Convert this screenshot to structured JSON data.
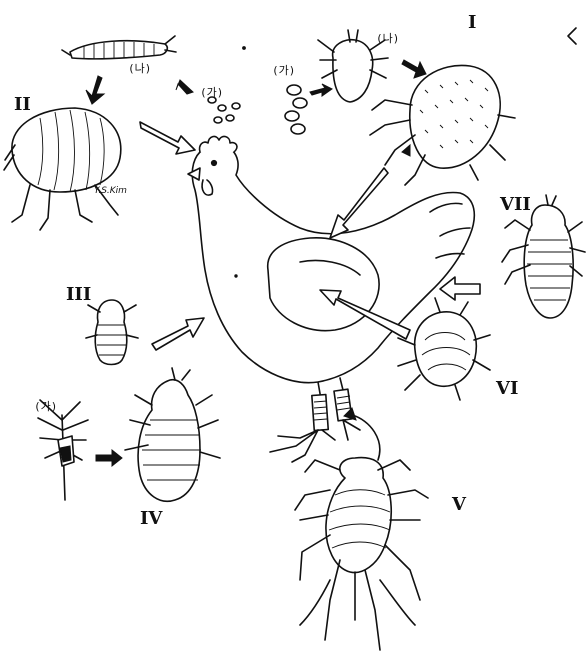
{
  "labels": {
    "stage_I": "I",
    "stage_II": "II",
    "stage_III": "III",
    "stage_IV": "IV",
    "stage_V": "V",
    "stage_VI": "VI",
    "stage_VII": "VII",
    "ga_1": "(가)",
    "na_1": "(나)",
    "ga_2": "(가)",
    "na_2": "(나)",
    "ga_3": "(가)",
    "signature": "Y.S.Kim"
  }
}
